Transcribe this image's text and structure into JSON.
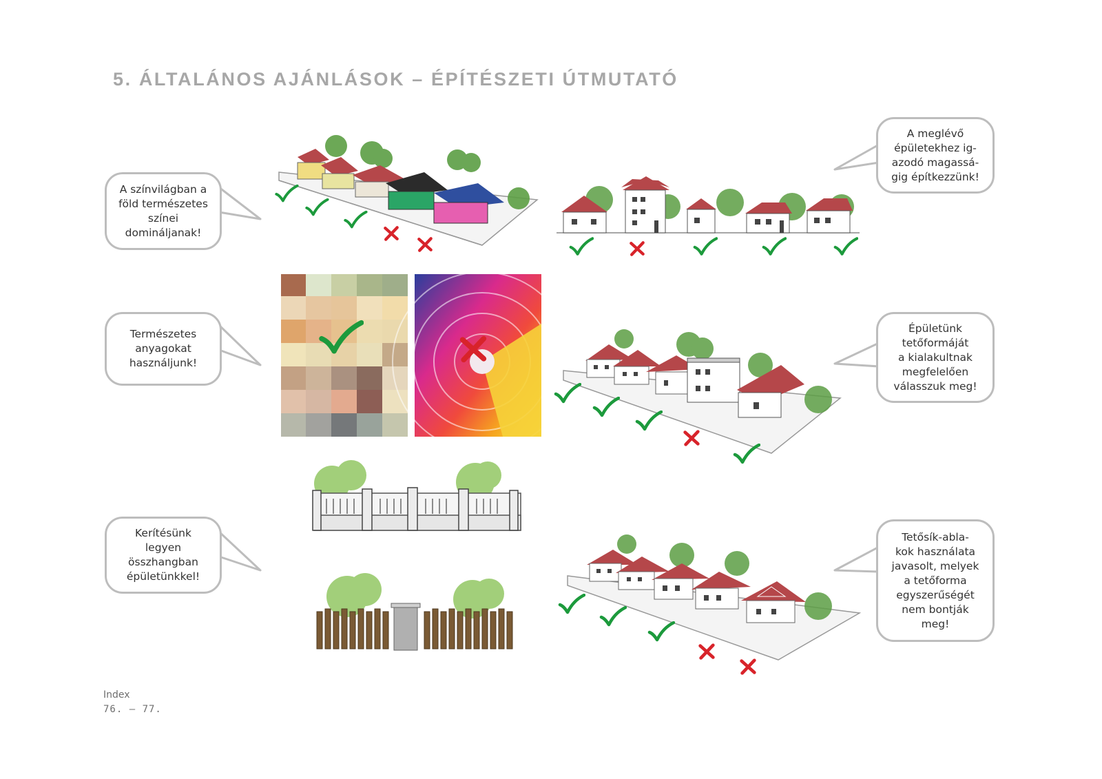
{
  "title": "5. ÁLTALÁNOS AJÁNLÁSOK – ÉPÍTÉSZETI ÚTMUTATÓ",
  "bubbles": {
    "colors": "A színvilágban a\nföld természetes\nszínei\ndomináljanak!",
    "height": "A meglévő\népületekhez ig-\nazodó magassá-\ngig építkezzünk!",
    "materials": "Természetes\nanyagokat\nhasználjunk!",
    "roof_form": "Épületünk\ntetőformáját\na kialakultnak\nmegfelelően\nválasszuk meg!",
    "fence": "Kerítésünk\nlegyen\nösszhangban\népületünkkel!",
    "roof_windows": "Tetősík-abla-\nkok használata\njavasolt, melyek\na tetőforma\negyszerűségét\nnem bontják\nmeg!"
  },
  "icons": {
    "ok": "check-icon",
    "not_ok": "cross-icon"
  },
  "colors": {
    "ok": "#1c9a3c",
    "not_ok": "#d8232a",
    "bubble_border": "#bdbdbd",
    "title": "#a7a7a7",
    "roof": "#b5474a"
  },
  "footer": {
    "label": "Index",
    "pages": "76. – 77."
  }
}
